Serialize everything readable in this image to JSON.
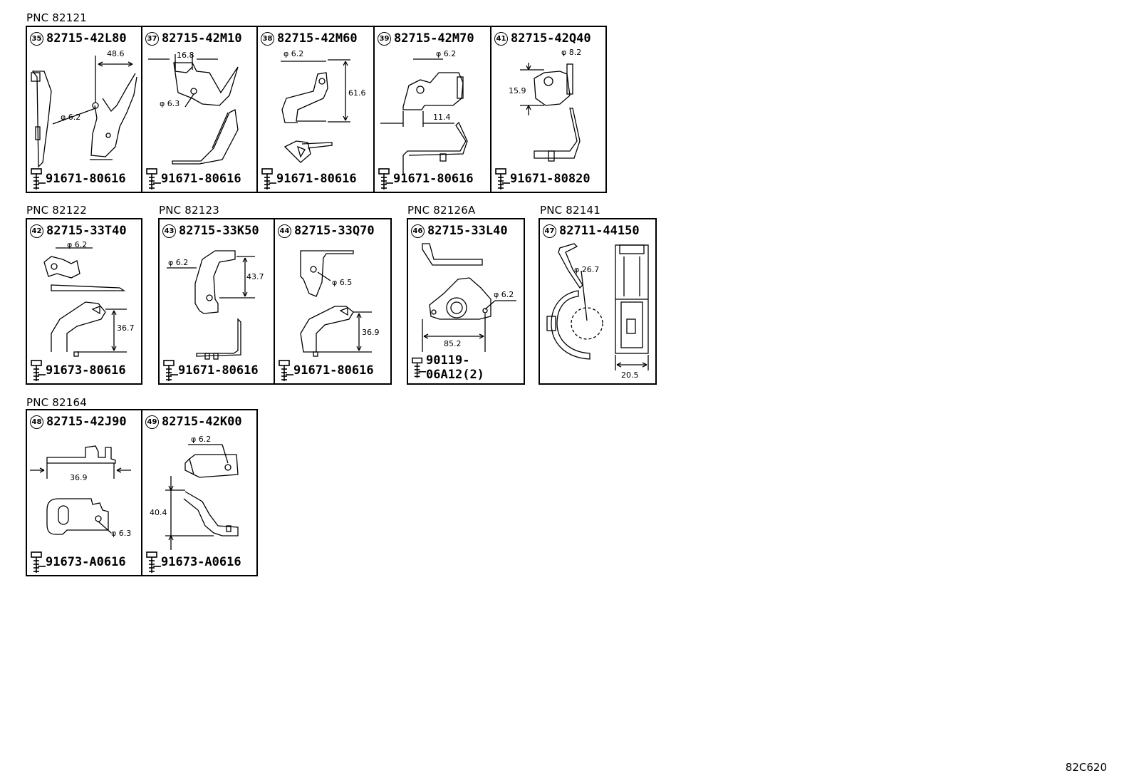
{
  "figure_code": "82C620",
  "groups": [
    {
      "pnc": "PNC 82121"
    },
    {
      "pnc": "PNC 82122"
    },
    {
      "pnc": "PNC 82123"
    },
    {
      "pnc": "PNC 82126A"
    },
    {
      "pnc": "PNC 82141"
    },
    {
      "pnc": "PNC 82164"
    }
  ],
  "parts": [
    {
      "ref": "35",
      "number": "82715-42L80",
      "bolt": "91671-80616",
      "dims": [
        "48.6",
        "φ 6.2"
      ]
    },
    {
      "ref": "37",
      "number": "82715-42M10",
      "bolt": "91671-80616",
      "dims": [
        "16.8",
        "φ 6.3"
      ]
    },
    {
      "ref": "38",
      "number": "82715-42M60",
      "bolt": "91671-80616",
      "dims": [
        "φ 6.2",
        "61.6"
      ]
    },
    {
      "ref": "39",
      "number": "82715-42M70",
      "bolt": "91671-80616",
      "dims": [
        "φ 6.2",
        "11.4"
      ]
    },
    {
      "ref": "41",
      "number": "82715-42Q40",
      "bolt": "91671-80820",
      "dims": [
        "φ 8.2",
        "15.9"
      ]
    },
    {
      "ref": "42",
      "number": "82715-33T40",
      "bolt": "91673-80616",
      "dims": [
        "φ 6.2",
        "36.7"
      ]
    },
    {
      "ref": "43",
      "number": "82715-33K50",
      "bolt": "91671-80616",
      "dims": [
        "φ 6.2",
        "43.7"
      ]
    },
    {
      "ref": "44",
      "number": "82715-33Q70",
      "bolt": "91671-80616",
      "dims": [
        "φ 6.5",
        "36.9"
      ]
    },
    {
      "ref": "46",
      "number": "82715-33L40",
      "bolt": "90119-06A12(2)",
      "dims": [
        "φ 6.2",
        "85.2"
      ]
    },
    {
      "ref": "47",
      "number": "82711-44150",
      "bolt": "",
      "dims": [
        "φ 26.7",
        "20.5"
      ]
    },
    {
      "ref": "48",
      "number": "82715-42J90",
      "bolt": "91673-A0616",
      "dims": [
        "36.9",
        "φ 6.3"
      ]
    },
    {
      "ref": "49",
      "number": "82715-42K00",
      "bolt": "91673-A0616",
      "dims": [
        "φ 6.2",
        "40.4"
      ]
    }
  ]
}
